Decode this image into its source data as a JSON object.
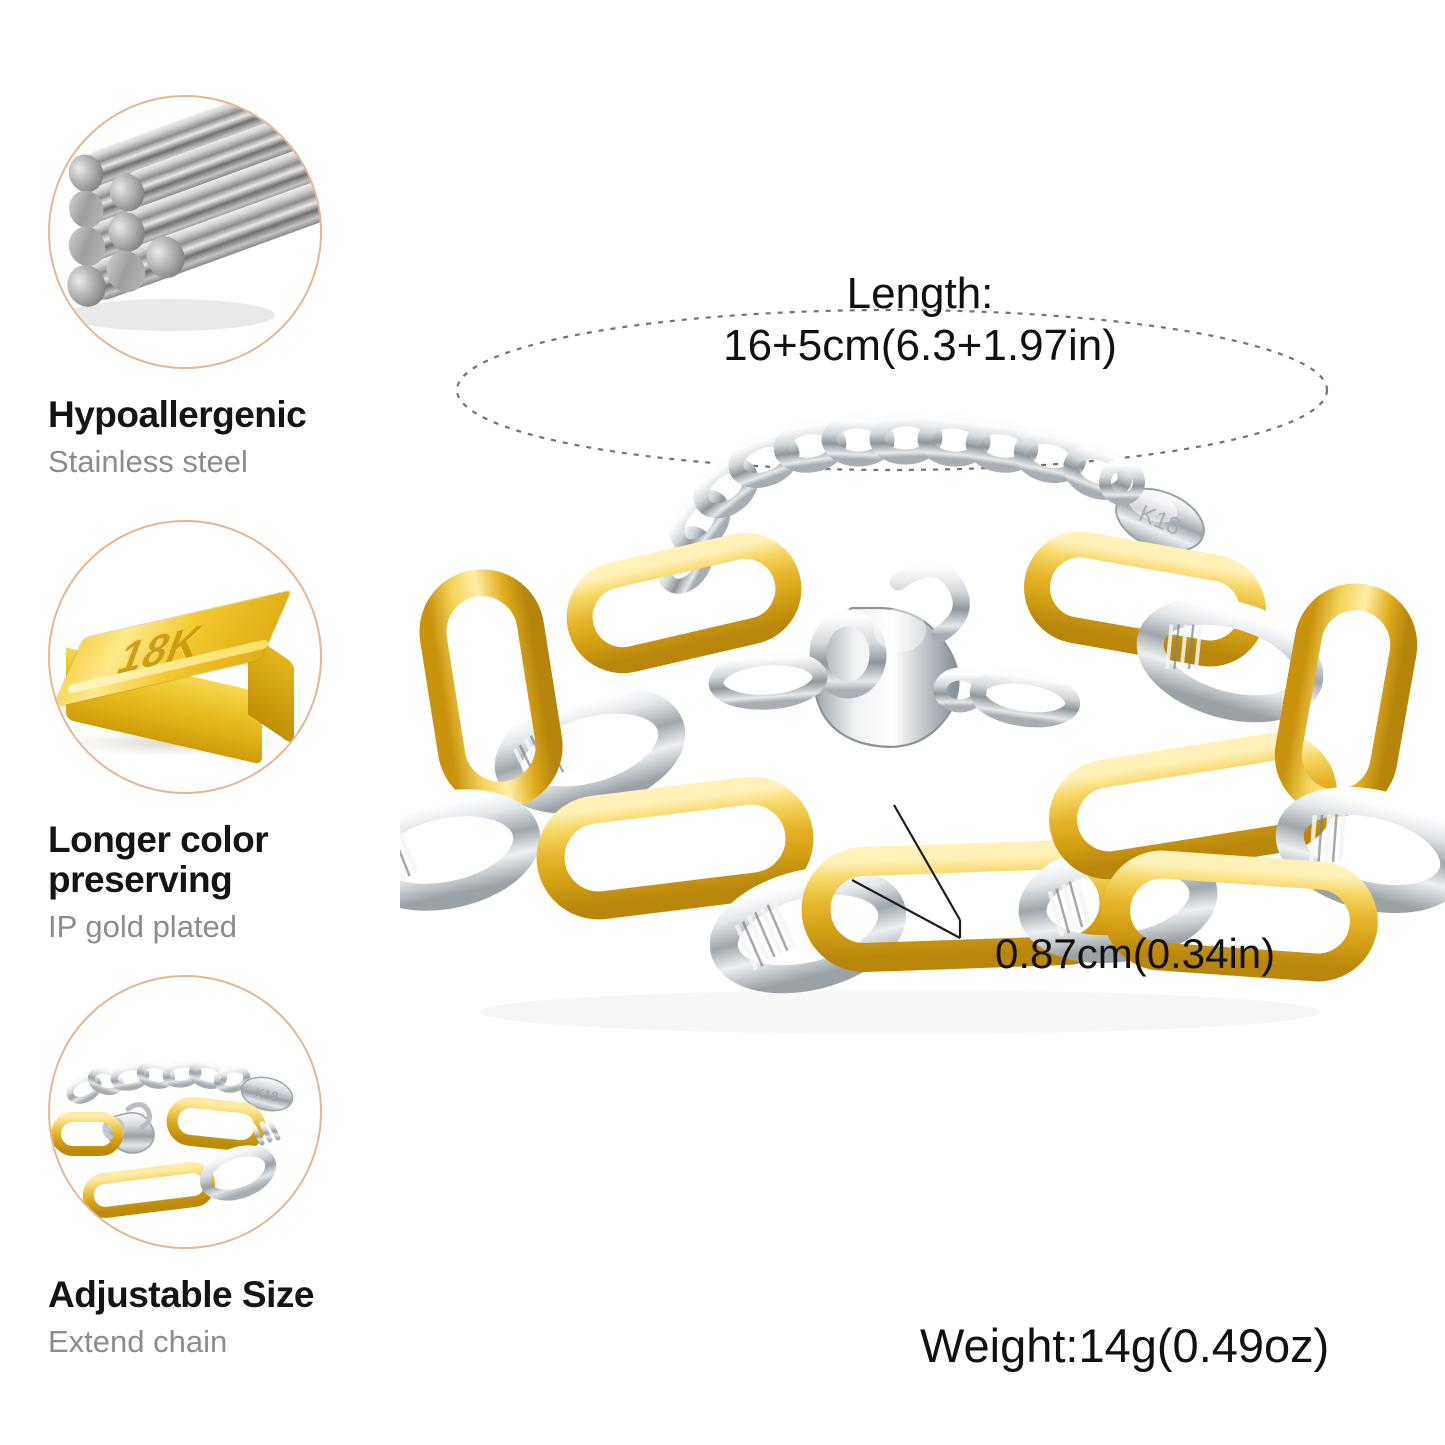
{
  "product": {
    "type": "two-tone stainless steel paperclip chain bracelet",
    "tag_engraving": "K18"
  },
  "features": [
    {
      "id": "hypoallergenic",
      "icon": "steel-rods-icon",
      "title": "Hypoallergenic",
      "subtitle": "Stainless steel"
    },
    {
      "id": "color-preserving",
      "icon": "gold-bar-icon",
      "icon_text": "18K",
      "title": "Longer color preserving",
      "title_line1": "Longer color",
      "title_line2": "preserving",
      "subtitle": "IP gold plated"
    },
    {
      "id": "adjustable-size",
      "icon": "clasp-extender-icon",
      "title": "Adjustable Size",
      "subtitle": "Extend chain"
    }
  ],
  "annotations": {
    "length_label": "Length:",
    "length_value": "16+5cm(6.3+1.97in)",
    "width_value": "0.87cm(0.34in)",
    "weight_value": "Weight:14g(0.49oz)"
  },
  "colors": {
    "gold": "#e8bf3f",
    "gold_dark": "#c1900a",
    "gold_light": "#ffe9a0",
    "silver": "#c9cdd0",
    "silver_dark": "#7d8387",
    "silver_light": "#f4f6f7",
    "circle_border": "#e3b795",
    "title_text": "#141414",
    "subtitle_text": "#8c8c8c",
    "annotation_text": "#111111",
    "background": "#ffffff"
  }
}
